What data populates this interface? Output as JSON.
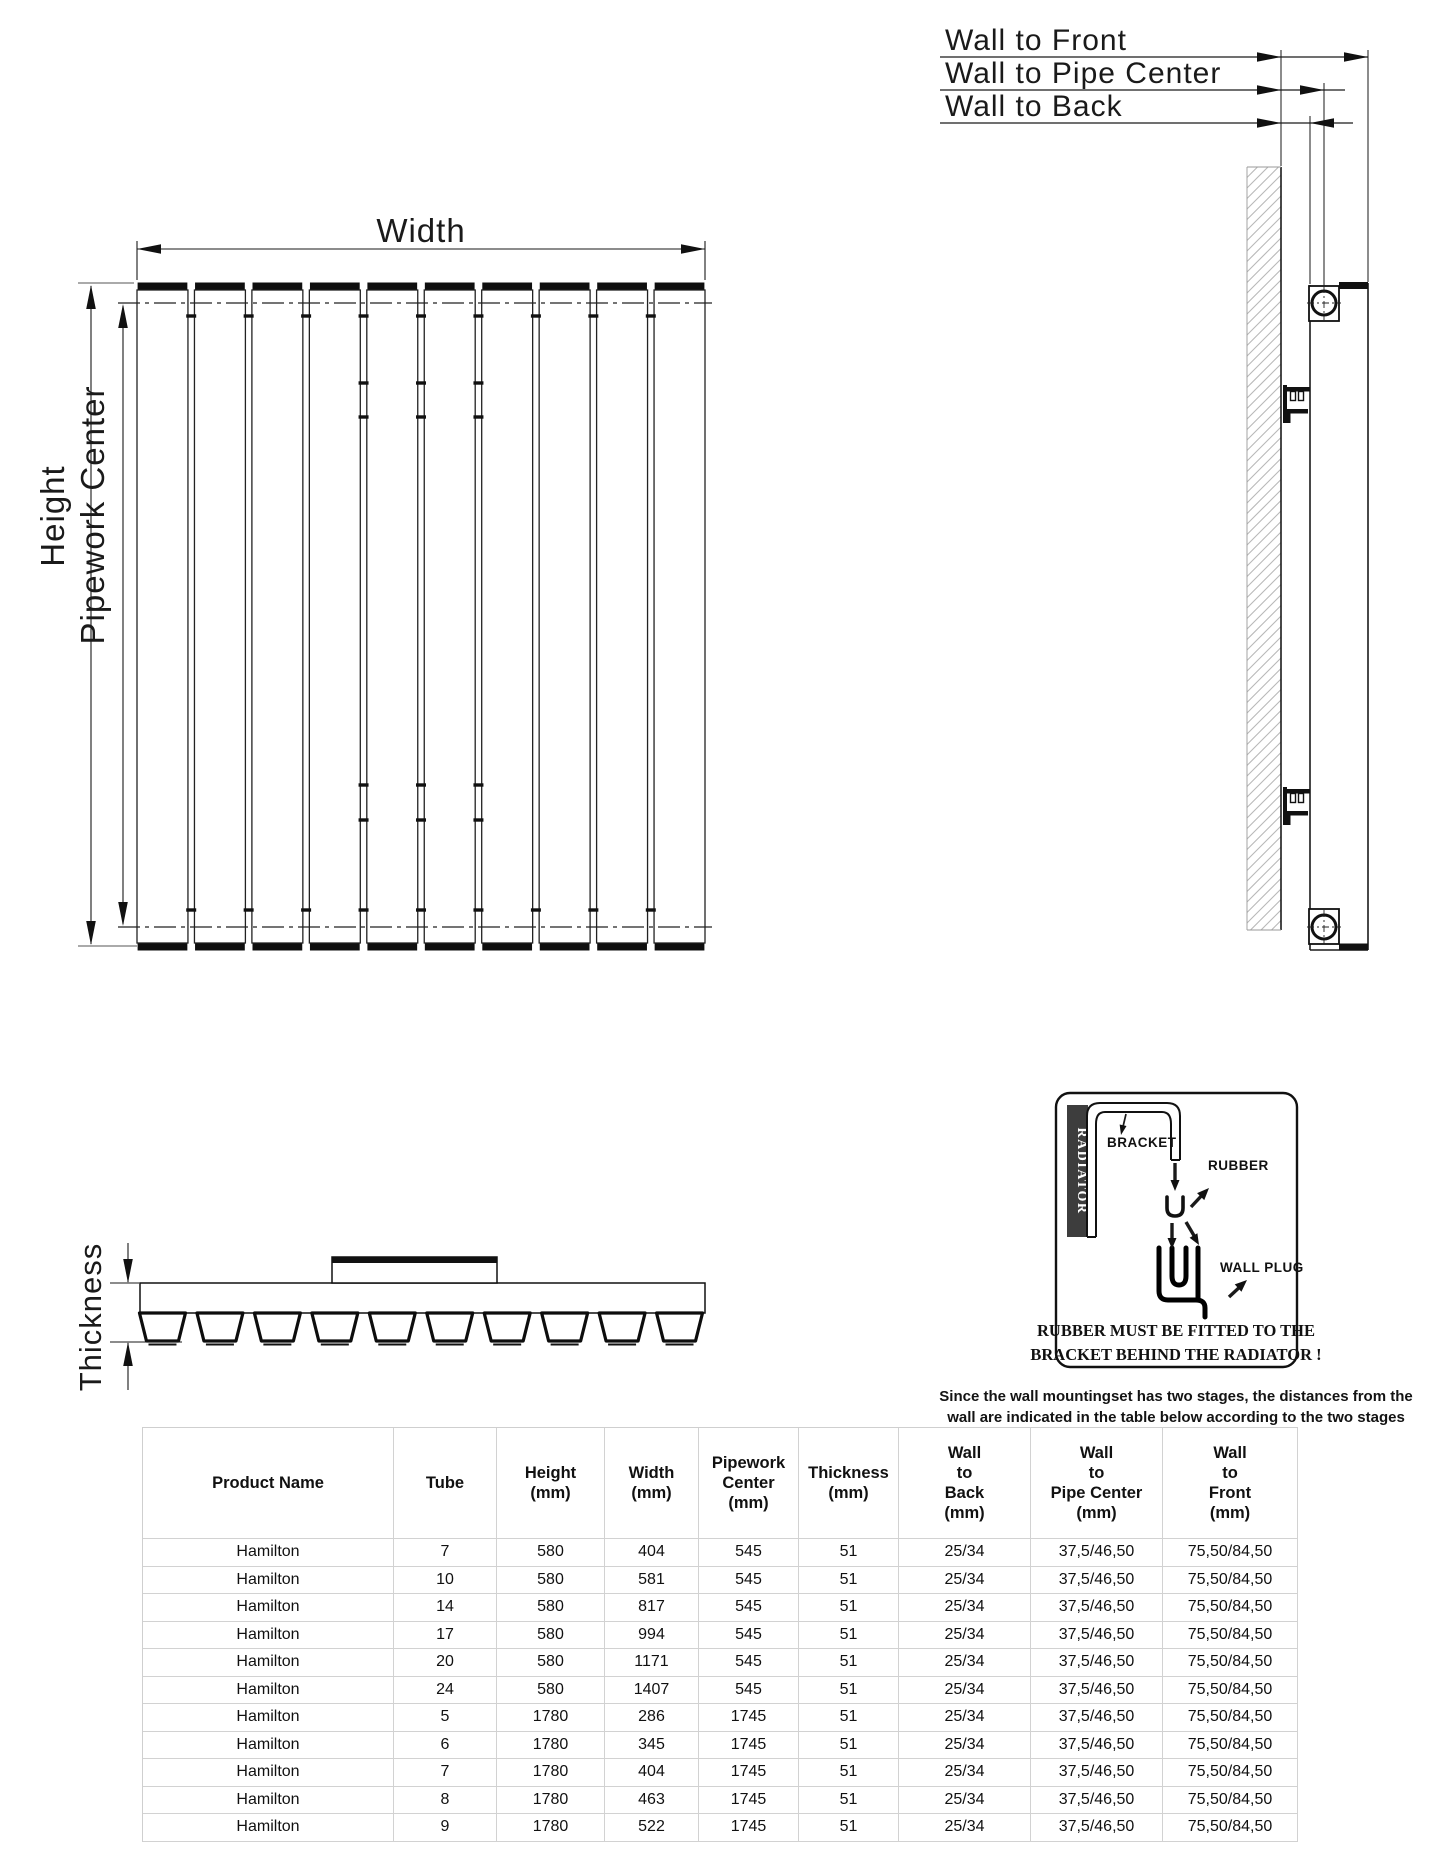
{
  "front_view": {
    "width_label": "Width",
    "height_label": "Height",
    "pipework_center_label": "Pipework Center"
  },
  "side_view": {
    "wall_to_front_label": "Wall to Front",
    "wall_to_pipe_center_label": "Wall to Pipe Center",
    "wall_to_back_label": "Wall to Back"
  },
  "thickness_view": {
    "thickness_label": "Thickness"
  },
  "mounting_diagram": {
    "radiator_label": "RADIATOR",
    "bracket_label": "BRACKET",
    "rubber_label": "RUBBER",
    "wall_plug_label": "WALL PLUG",
    "warning_line1": "RUBBER MUST BE FITTED TO THE",
    "warning_line2": "BRACKET BEHIND THE RADIATOR !"
  },
  "caption": {
    "line1": "Since the wall mountingset has two stages, the distances from the",
    "line2": "wall are indicated in the table below according to the two stages"
  },
  "table": {
    "headers": [
      [
        "Product Name"
      ],
      [
        "Tube"
      ],
      [
        "Height",
        "(mm)"
      ],
      [
        "Width",
        "(mm)"
      ],
      [
        "Pipework",
        "Center",
        "(mm)"
      ],
      [
        "Thickness",
        "(mm)"
      ],
      [
        "Wall",
        "to",
        "Back",
        "(mm)"
      ],
      [
        "Wall",
        "to",
        "Pipe Center",
        "(mm)"
      ],
      [
        "Wall",
        "to",
        "Front",
        "(mm)"
      ]
    ],
    "rows": [
      [
        "Hamilton",
        "7",
        "580",
        "404",
        "545",
        "51",
        "25/34",
        "37,5/46,50",
        "75,50/84,50"
      ],
      [
        "Hamilton",
        "10",
        "580",
        "581",
        "545",
        "51",
        "25/34",
        "37,5/46,50",
        "75,50/84,50"
      ],
      [
        "Hamilton",
        "14",
        "580",
        "817",
        "545",
        "51",
        "25/34",
        "37,5/46,50",
        "75,50/84,50"
      ],
      [
        "Hamilton",
        "17",
        "580",
        "994",
        "545",
        "51",
        "25/34",
        "37,5/46,50",
        "75,50/84,50"
      ],
      [
        "Hamilton",
        "20",
        "580",
        "1171",
        "545",
        "51",
        "25/34",
        "37,5/46,50",
        "75,50/84,50"
      ],
      [
        "Hamilton",
        "24",
        "580",
        "1407",
        "545",
        "51",
        "25/34",
        "37,5/46,50",
        "75,50/84,50"
      ],
      [
        "Hamilton",
        "5",
        "1780",
        "286",
        "1745",
        "51",
        "25/34",
        "37,5/46,50",
        "75,50/84,50"
      ],
      [
        "Hamilton",
        "6",
        "1780",
        "345",
        "1745",
        "51",
        "25/34",
        "37,5/46,50",
        "75,50/84,50"
      ],
      [
        "Hamilton",
        "7",
        "1780",
        "404",
        "1745",
        "51",
        "25/34",
        "37,5/46,50",
        "75,50/84,50"
      ],
      [
        "Hamilton",
        "8",
        "1780",
        "463",
        "1745",
        "51",
        "25/34",
        "37,5/46,50",
        "75,50/84,50"
      ],
      [
        "Hamilton",
        "9",
        "1780",
        "522",
        "1745",
        "51",
        "25/34",
        "37,5/46,50",
        "75,50/84,50"
      ]
    ]
  },
  "colors": {
    "line": "#1a1a1a",
    "dark_fill": "#111111",
    "hatch": "#b8b8b8",
    "table_border": "#d2d2d2",
    "radiator_tag_bg": "#3d3d3d"
  }
}
